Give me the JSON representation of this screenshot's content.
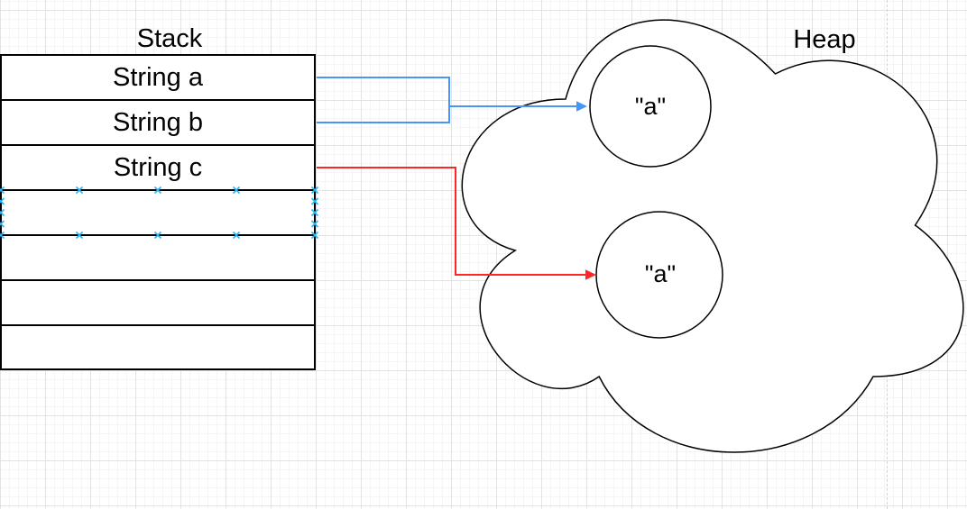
{
  "canvas": {
    "background": "#ffffff",
    "grid_minor_color": "#f5f5f5",
    "grid_major_color": "#e3e3e3",
    "page_break_color": "#d2d2d2"
  },
  "stack": {
    "title": "Stack",
    "rows": [
      {
        "label": "String a"
      },
      {
        "label": "String b"
      },
      {
        "label": "String c"
      },
      {
        "label": ""
      },
      {
        "label": ""
      },
      {
        "label": ""
      },
      {
        "label": ""
      }
    ]
  },
  "heap": {
    "title": "Heap",
    "objects": [
      {
        "label": "\"a\""
      },
      {
        "label": "\"a\""
      }
    ]
  },
  "colors": {
    "edge_blue": "#4696f8",
    "edge_red": "#ff2626",
    "shape_stroke": "#000000",
    "connection_point": "#29b6f2"
  }
}
